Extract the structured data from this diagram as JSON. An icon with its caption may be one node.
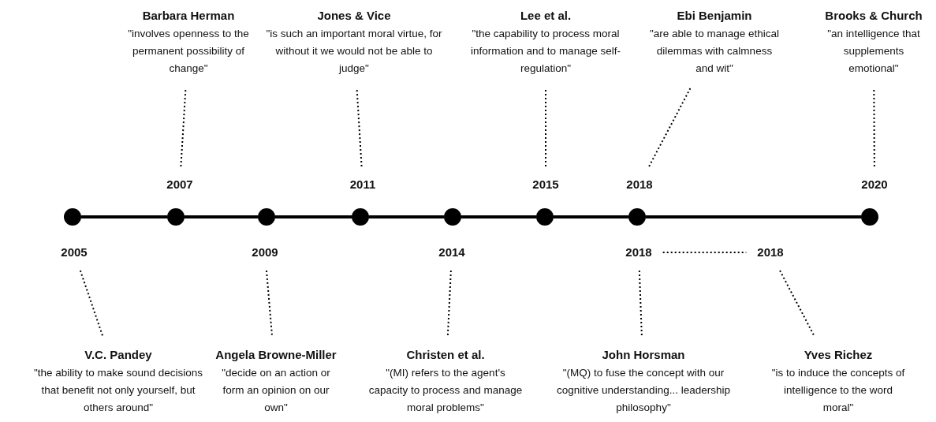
{
  "diagram": {
    "nodes": [
      {
        "text": [
          "Barbara Herman",
          "\"involves openness to the permanent possibility of change\""
        ]
      },
      {
        "text": [
          "Jones & Vice",
          "\"is such an important moral virtue, for without it we would not be able to judge\""
        ]
      },
      {
        "text": [
          "Lee et al.",
          "\"the capability to process moral information and to manage self-regulation\""
        ]
      },
      {
        "text": [
          "Ebi Benjamin",
          "\"are able to manage ethical dilemmas with calmness and wit\""
        ]
      },
      {
        "text": [
          "Brooks & Church",
          "\"an intelligence that supplements emotional\""
        ]
      },
      {
        "text": [
          "2007"
        ]
      },
      {
        "text": [
          "2011"
        ]
      },
      {
        "text": [
          "2015"
        ]
      },
      {
        "text": [
          "2018"
        ]
      },
      {
        "text": [
          "2020"
        ]
      },
      {
        "text": [],
        "shape": "circle"
      },
      {
        "text": [],
        "shape": "circle"
      },
      {
        "text": [],
        "shape": "circle"
      },
      {
        "text": [],
        "shape": "circle"
      },
      {
        "text": [],
        "shape": "circle"
      },
      {
        "text": [],
        "shape": "circle"
      },
      {
        "text": [],
        "shape": "circle"
      },
      {
        "text": [],
        "shape": "circle"
      },
      {
        "text": [
          "2005"
        ]
      },
      {
        "text": [
          "2009"
        ]
      },
      {
        "text": [
          "2014"
        ]
      },
      {
        "text": [
          "2018"
        ]
      },
      {
        "text": [
          "2018"
        ]
      },
      {
        "text": [
          "V.C. Pandey",
          "\"the ability to make sound decisions that benefit not only yourself, but others around\""
        ]
      },
      {
        "text": [
          "Angela Browne-Miller",
          "\"decide on an action or form an opinion on our own\""
        ]
      },
      {
        "text": [
          "Christen et al.",
          "\"(MI) refers to the agent's capacity to process and manage moral problems\""
        ]
      },
      {
        "text": [
          "John Horsman",
          "\"(MQ) to fuse the concept with our cognitive understanding... leadership philosophy\""
        ]
      },
      {
        "text": [
          "Yves Richez",
          "\"is to induce the concepts of intelligence to the word moral\""
        ]
      }
    ],
    "edges": [
      {
        "from": 10,
        "to": 11,
        "arrow": "none",
        "style": "thick"
      },
      {
        "from": 11,
        "to": 12,
        "arrow": "none",
        "style": "thick"
      },
      {
        "from": 12,
        "to": 13,
        "arrow": "none",
        "style": "thick"
      },
      {
        "from": 13,
        "to": 14,
        "arrow": "none",
        "style": "thick"
      },
      {
        "from": 14,
        "to": 15,
        "arrow": "none",
        "style": "thick"
      },
      {
        "from": 15,
        "to": 16,
        "arrow": "none",
        "style": "thick"
      },
      {
        "from": 16,
        "to": 17,
        "arrow": "none",
        "style": "thick"
      },
      {
        "from": 5,
        "to": 0,
        "arrow": "none",
        "style": "dashed"
      },
      {
        "from": 6,
        "to": 1,
        "arrow": "none",
        "style": "dashed"
      },
      {
        "from": 7,
        "to": 2,
        "arrow": "none",
        "style": "dashed"
      },
      {
        "from": 8,
        "to": 3,
        "arrow": "none",
        "style": "dashed"
      },
      {
        "from": 9,
        "to": 4,
        "arrow": "none",
        "style": "dashed"
      },
      {
        "from": 18,
        "to": 23,
        "arrow": "none",
        "style": "dashed"
      },
      {
        "from": 19,
        "to": 24,
        "arrow": "none",
        "style": "dashed"
      },
      {
        "from": 20,
        "to": 25,
        "arrow": "none",
        "style": "dashed"
      },
      {
        "from": 21,
        "to": 26,
        "arrow": "none",
        "style": "dashed"
      },
      {
        "from": 21,
        "to": 22,
        "arrow": "none",
        "style": "dashed"
      },
      {
        "from": 22,
        "to": 27,
        "arrow": "none",
        "style": "dashed"
      }
    ]
  }
}
